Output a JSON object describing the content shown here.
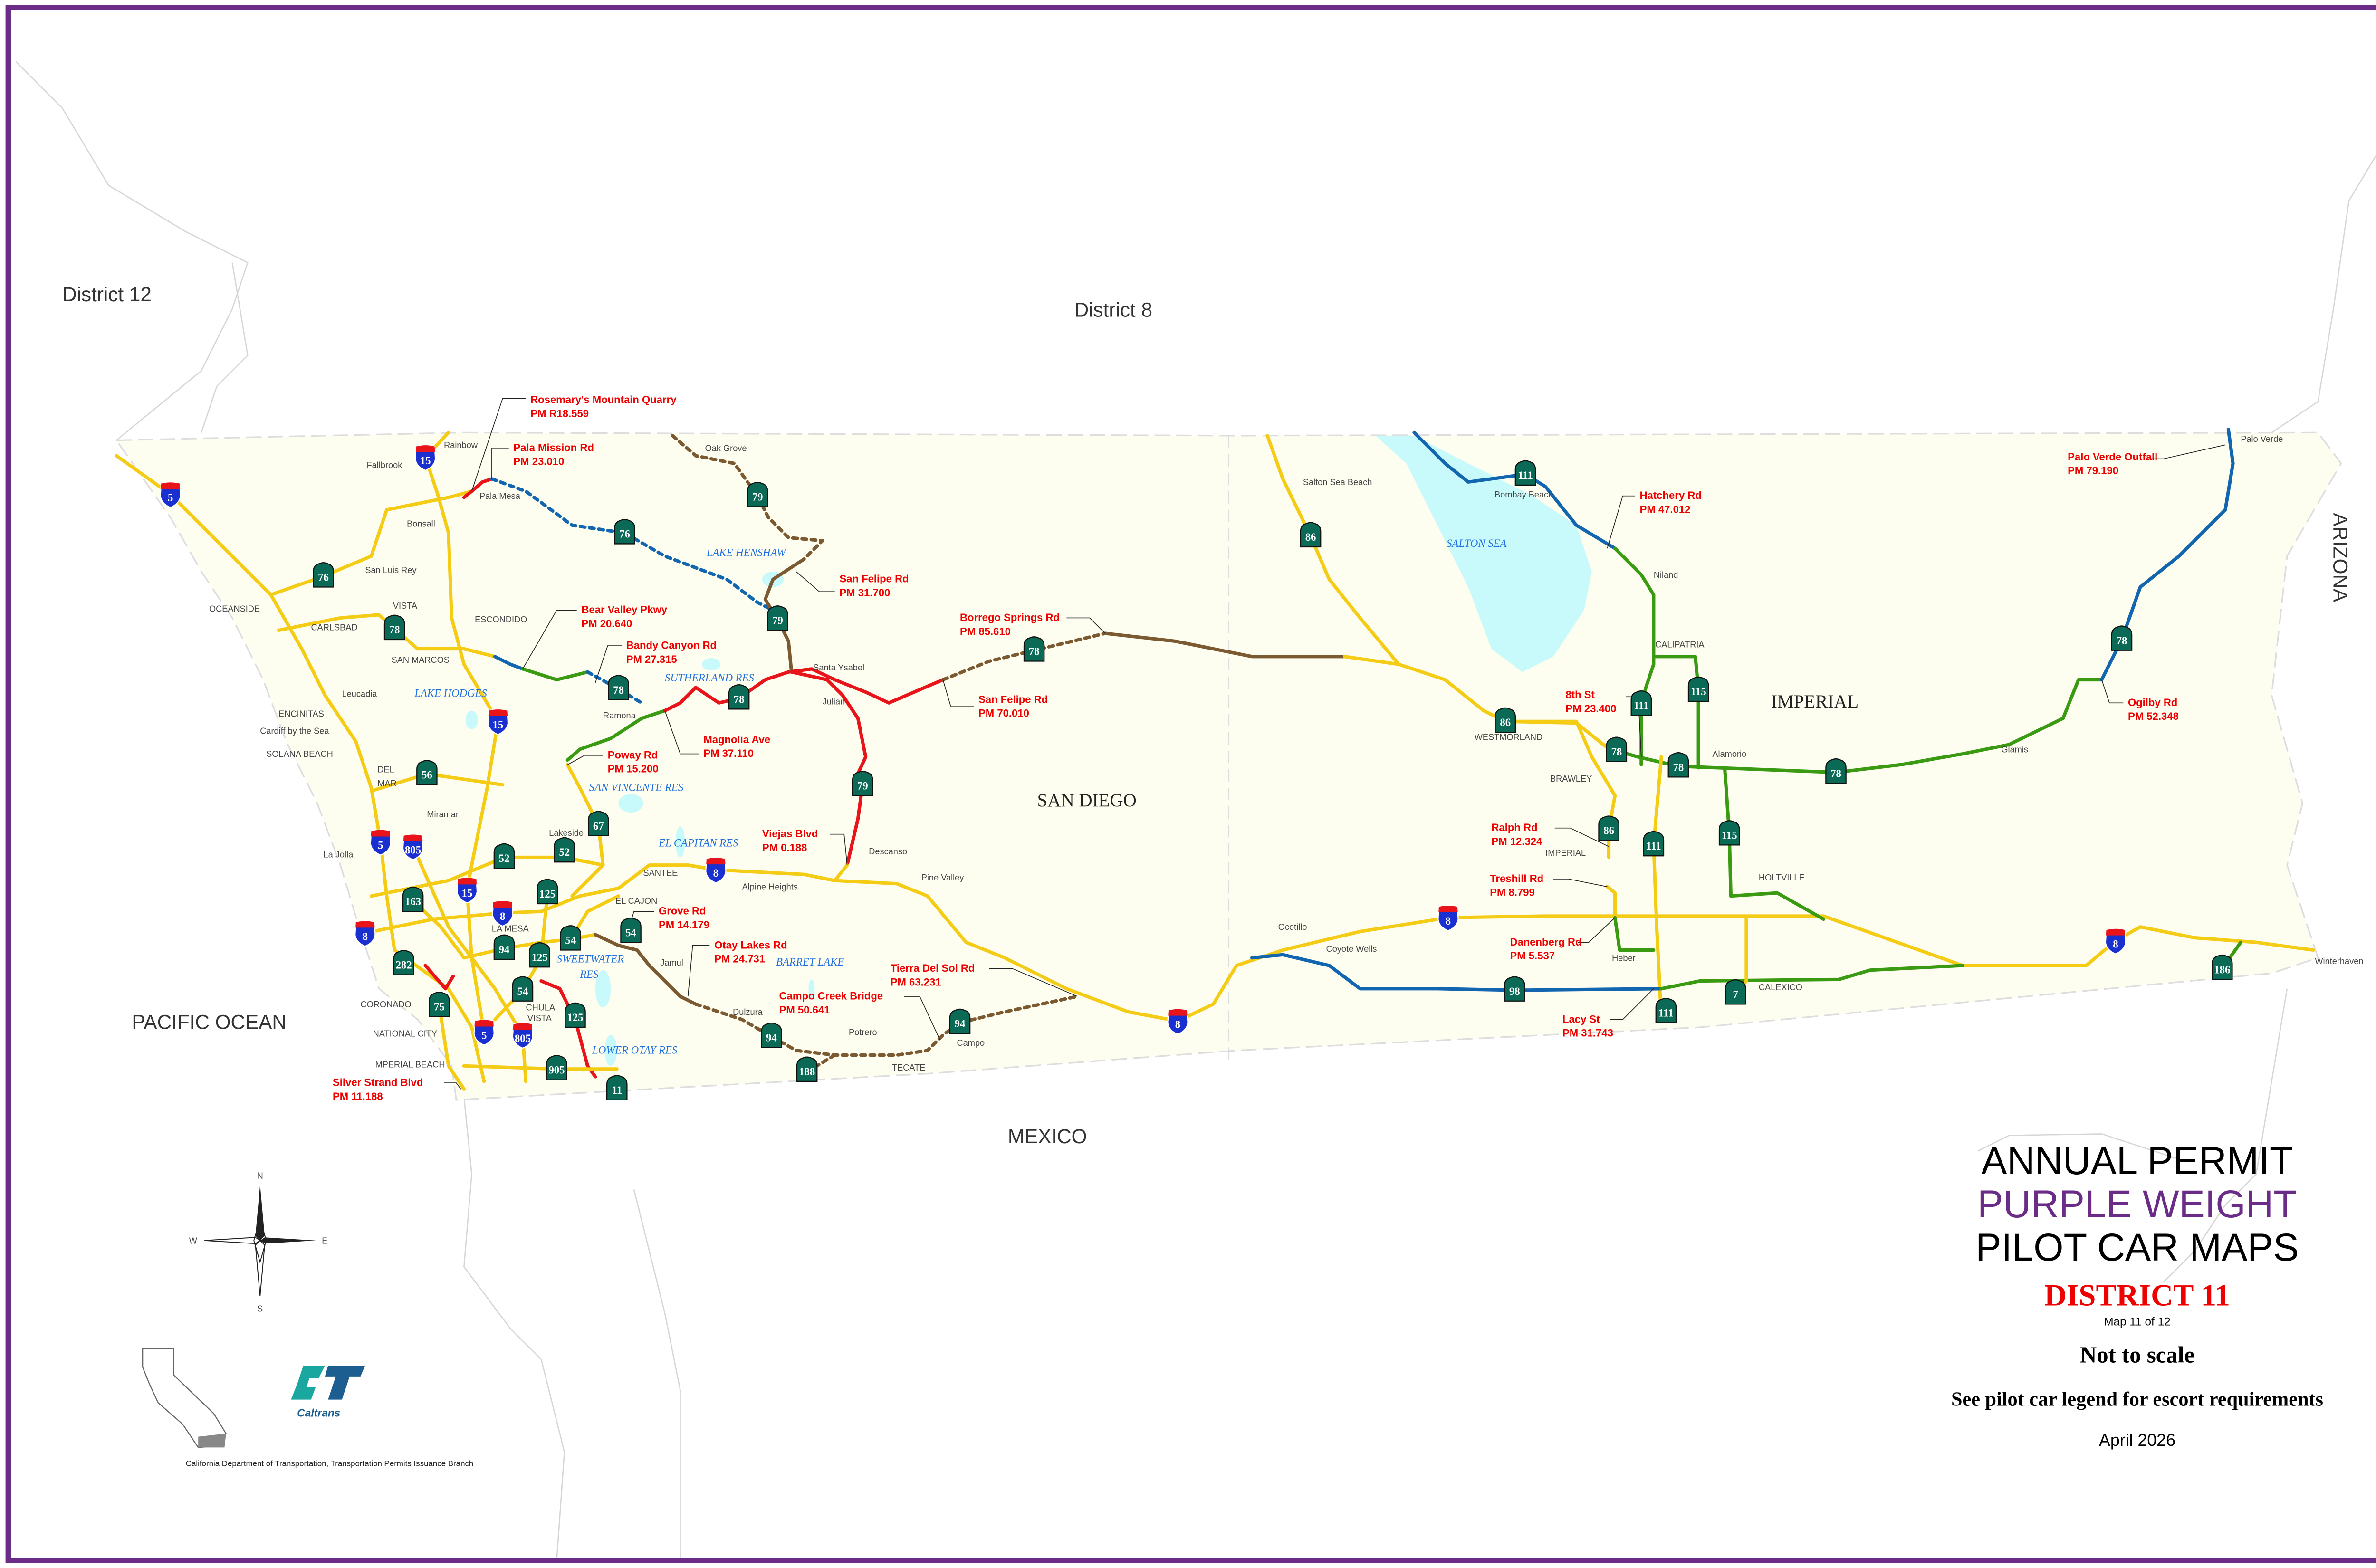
{
  "title": {
    "line1": "ANNUAL PERMIT",
    "line2": "PURPLE WEIGHT",
    "line3": "PILOT CAR MAPS",
    "district": "DISTRICT 11",
    "map_of": "Map 11 of 12",
    "scale_note": "Not to scale",
    "legend_note": "See pilot car legend for escort requirements",
    "date": "April 2026"
  },
  "footer": "California Department of Transportation, Transportation Permits Issuance Branch",
  "logo_text": "Caltrans",
  "compass": {
    "n": "N",
    "s": "S",
    "e": "E",
    "w": "W"
  },
  "regions": [
    "District 12",
    "District 8",
    "PACIFIC OCEAN",
    "MEXICO",
    "ARIZONA"
  ],
  "counties": [
    "SAN DIEGO",
    "IMPERIAL"
  ],
  "places": [
    "Fallbrook",
    "Rainbow",
    "Pala Mesa",
    "Bonsall",
    "San Luis Rey",
    "Oak Grove",
    "OCEANSIDE",
    "VISTA",
    "CARLSBAD",
    "ESCONDIDO",
    "SAN MARCOS",
    "Leucadia",
    "ENCINITAS",
    "Cardiff by the Sea",
    "SOLANA BEACH",
    "DEL",
    "MAR",
    "Miramar",
    "La Jolla",
    "Santa Ysabel",
    "Julian",
    "Ramona",
    "Lakeside",
    "SANTEE",
    "Alpine Heights",
    "Descanso",
    "Pine Valley",
    "EL CAJON",
    "LA MESA",
    "Jamul",
    "CORONADO",
    "NATIONAL CITY",
    "CHULA",
    "VISTA",
    "IMPERIAL BEACH",
    "Dulzura",
    "Potrero",
    "Campo",
    "TECATE",
    "Salton Sea Beach",
    "Bombay Beach",
    "Niland",
    "CALIPATRIA",
    "WESTMORLAND",
    "Alamorio",
    "BRAWLEY",
    "IMPERIAL",
    "Glamis",
    "HOLTVILLE",
    "Ocotillo",
    "Coyote Wells",
    "Heber",
    "CALEXICO",
    "Winterhaven",
    "Palo Verde"
  ],
  "water": [
    "LAKE HENSHAW",
    "LAKE HODGES",
    "SUTHERLAND RES",
    "SAN VINCENTE RES",
    "EL CAPITAN RES",
    "SWEETWATER",
    "RES",
    "BARRET LAKE",
    "LOWER OTAY RES",
    "SALTON SEA"
  ],
  "callouts": [
    {
      "road": "Rosemary's Mountain Quarry",
      "pm": "PM R18.559"
    },
    {
      "road": "Pala Mission Rd",
      "pm": "PM 23.010"
    },
    {
      "road": "Bear Valley Pkwy",
      "pm": "PM 20.640"
    },
    {
      "road": "Bandy Canyon Rd",
      "pm": "PM 27.315"
    },
    {
      "road": "San Felipe Rd",
      "pm": "PM 31.700"
    },
    {
      "road": "Borrego Springs Rd",
      "pm": "PM 85.610"
    },
    {
      "road": "San Felipe Rd",
      "pm": "PM 70.010"
    },
    {
      "road": "Magnolia Ave",
      "pm": "PM 37.110"
    },
    {
      "road": "Poway Rd",
      "pm": "PM 15.200"
    },
    {
      "road": "Viejas Blvd",
      "pm": "PM 0.188"
    },
    {
      "road": "Grove Rd",
      "pm": "PM 14.179"
    },
    {
      "road": "Otay Lakes Rd",
      "pm": "PM 24.731"
    },
    {
      "road": "Tierra Del Sol Rd",
      "pm": "PM 63.231"
    },
    {
      "road": "Campo Creek Bridge",
      "pm": "PM 50.641"
    },
    {
      "road": "Silver Strand Blvd",
      "pm": "PM 11.188"
    },
    {
      "road": "Palo Verde Outfall",
      "pm": "PM 79.190"
    },
    {
      "road": "Hatchery Rd",
      "pm": "PM 47.012"
    },
    {
      "road": "8th St",
      "pm": "PM 23.400"
    },
    {
      "road": "Ogilby Rd",
      "pm": "PM 52.348"
    },
    {
      "road": "Ralph Rd",
      "pm": "PM 12.324"
    },
    {
      "road": "Treshill Rd",
      "pm": "PM 8.799"
    },
    {
      "road": "Danenberg Rd",
      "pm": "PM 5.537"
    },
    {
      "road": "Lacy St",
      "pm": "PM 31.743"
    }
  ],
  "interstates": [
    "5",
    "15",
    "15",
    "5",
    "805",
    "15",
    "8",
    "8",
    "5",
    "805",
    "8",
    "8",
    "8",
    "8"
  ],
  "state_routes": [
    "76",
    "76",
    "79",
    "79",
    "78",
    "78",
    "78",
    "79",
    "56",
    "67",
    "52",
    "52",
    "125",
    "163",
    "54",
    "54",
    "94",
    "125",
    "282",
    "54",
    "75",
    "125",
    "94",
    "188",
    "94",
    "905",
    "11",
    "86",
    "111",
    "86",
    "78",
    "111",
    "115",
    "78",
    "78",
    "78",
    "86",
    "111",
    "115",
    "98",
    "7",
    "111",
    "78",
    "186"
  ],
  "colors": {
    "frame": "#6a2c86",
    "land": "#fdfdf0",
    "yellow": "#f5cc15",
    "red": "#e8141a",
    "green": "#3a9a12",
    "blue": "#1266b0",
    "brown": "#7b5a32",
    "water": "#c8fafc",
    "shield": "#0b6a55",
    "interstate": "#1a2fd0"
  }
}
